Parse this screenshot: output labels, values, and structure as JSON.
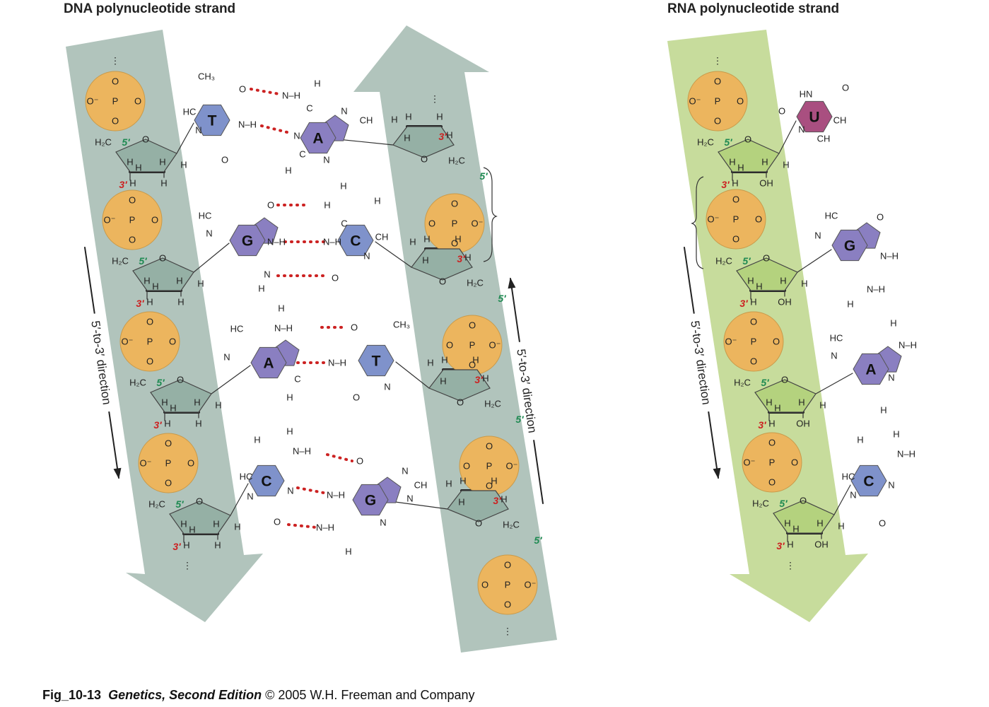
{
  "titles": {
    "dna": "DNA polynucleotide strand",
    "rna": "RNA polynucleotide strand"
  },
  "caption": {
    "fig": "Fig_10-13",
    "book": "Genetics, Second Edition",
    "publisher": "© 2005 W.H. Freeman and Company"
  },
  "direction_label": "5′-to-3′ direction",
  "prime_labels": {
    "five": "5′",
    "three": "3′"
  },
  "phosphate": {
    "P": "P",
    "O": "O",
    "O_minus": "O⁻",
    "minus": "−"
  },
  "sugar_atoms": {
    "H2C": "H₂C",
    "O": "O",
    "H": "H",
    "OH": "OH"
  },
  "dna_left_bases": [
    "T",
    "G",
    "A",
    "C"
  ],
  "dna_right_bases": [
    "A",
    "C",
    "T",
    "G"
  ],
  "rna_bases": [
    "U",
    "G",
    "A",
    "C"
  ],
  "base_atoms": {
    "N": "N",
    "C": "C",
    "H": "H",
    "O": "O",
    "NH": "N–H",
    "CH": "CH",
    "HC": "HC",
    "CH3": "CH₃",
    "HN": "HN"
  },
  "colors": {
    "dna_band": "#b1c4bc",
    "rna_band": "#c7dc9c",
    "phosphate": "#ecb55e",
    "dna_sugar": "#95b0a5",
    "rna_sugar": "#b4d27e",
    "purine": "#8a7fc1",
    "pyrimidine": "#7f92cb",
    "uracil": "#a94f80",
    "hbond": "#cc2222",
    "five_prime": "#1f8a52",
    "three_prime": "#cc2222"
  }
}
